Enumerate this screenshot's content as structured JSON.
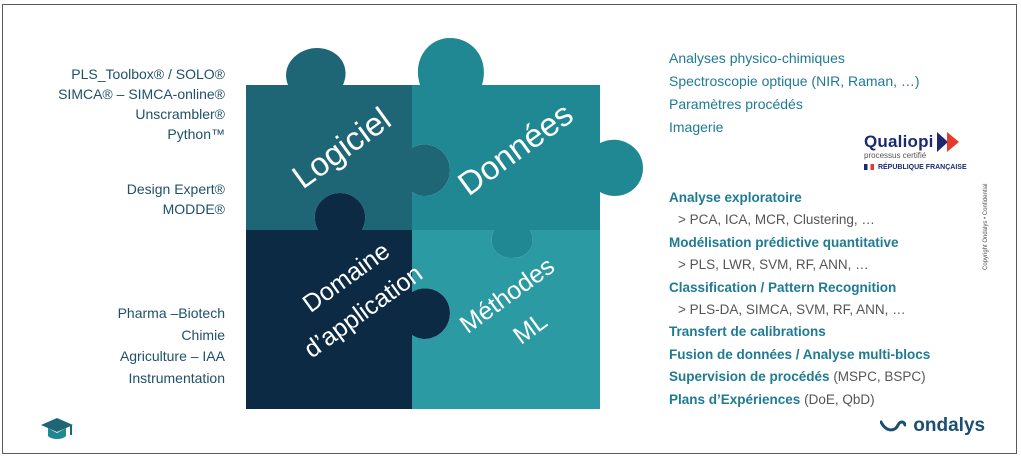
{
  "left_software": [
    "PLS_Toolbox® / SOLO®",
    "SIMCA® – SIMCA-online®",
    "Unscrambler®",
    "Python™"
  ],
  "left_doe": [
    "Design Expert®",
    "MODDE®"
  ],
  "left_domains": [
    "Pharma –Biotech",
    "Chimie",
    "Agriculture – IAA",
    "Instrumentation"
  ],
  "puzzle": {
    "logiciel": "Logiciel",
    "donnees": "Données",
    "domaine_line1": "Domaine",
    "domaine_line2": "d’application",
    "methodes_line1": "Méthodes",
    "methodes_line2": "ML"
  },
  "data_types": [
    "Analyses physico-chimiques",
    "Spectroscopie optique (NIR, Raman, …)",
    "Paramètres procédés",
    "Imagerie"
  ],
  "methods": [
    {
      "heading": "Analyse exploratoire",
      "sub": "> PCA, ICA, MCR, Clustering, …"
    },
    {
      "heading": "Modélisation prédictive quantitative",
      "sub": "> PLS, LWR, SVM, RF, ANN, …"
    },
    {
      "heading": "Classification / Pattern Recognition",
      "sub": "> PLS-DA, SIMCA, SVM, RF, ANN, …"
    },
    {
      "heading": "Transfert de calibrations"
    },
    {
      "heading": "Fusion de données / Analyse multi-blocs"
    },
    {
      "heading": "Supervision de procédés",
      "paren": " (MSPC, BSPC)"
    },
    {
      "heading": "Plans d’Expériences",
      "paren": " (DoE, QbD)"
    }
  ],
  "qualiopi": {
    "name": "Qualiopi",
    "subtitle": "processus certifié",
    "republique": "RÉPUBLIQUE FRANÇAISE"
  },
  "ondalys": "ondalys",
  "copyright": "Copyright Ondalys • Confidential",
  "colors": {
    "logiciel": "#1e6675",
    "donnees": "#208892",
    "domaine": "#0d2a45",
    "methodes": "#2c9aa3",
    "accent": "#1f7a93"
  },
  "icons": [
    "graduation-cap-icon",
    "qualiopi-arrow-icon",
    "ondalys-wave-icon"
  ]
}
